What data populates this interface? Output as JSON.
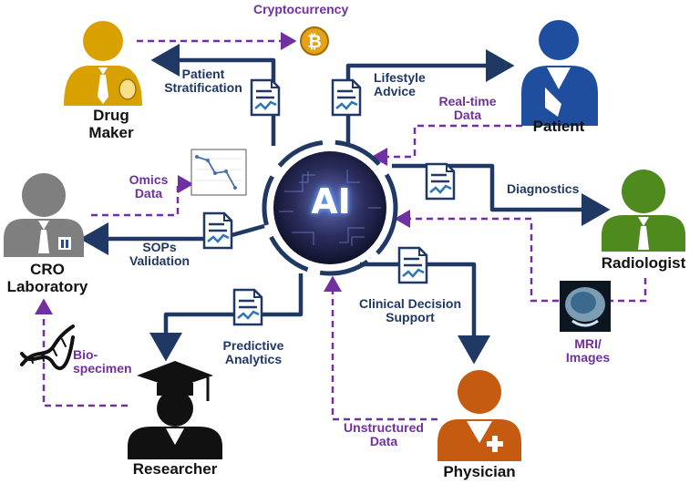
{
  "center": {
    "label": "AI"
  },
  "actors": {
    "drug_maker": "Drug\nMaker",
    "patient": "Patient",
    "cro_laboratory": "CRO\nLaboratory",
    "radiologist": "Radiologist",
    "researcher": "Researcher",
    "physician": "Physician"
  },
  "ai_outputs": {
    "patient_stratification": "Patient\nStratification",
    "lifestyle_advice": "Lifestyle\nAdvice",
    "diagnostics": "Diagnostics",
    "sops_validation": "SOPs\nValidation",
    "clinical_decision_support": "Clinical Decision\nSupport",
    "predictive_analytics": "Predictive\nAnalytics"
  },
  "data_inputs": {
    "cryptocurrency": "Cryptocurrency",
    "real_time_data": "Real-time\nData",
    "omics_data": "Omics\nData",
    "mri_images": "MRI/\nImages",
    "bio_specimen": "Bio-\nspecimen",
    "unstructured_data": "Unstructured\nData"
  },
  "colors": {
    "drug_maker": "#d9a100",
    "patient": "#1f4e9e",
    "cro_laboratory": "#7f7f7f",
    "radiologist": "#4e8a1e",
    "researcher": "#111111",
    "physician": "#c55a11",
    "solid_arrow": "#1f3864",
    "dashed_arrow": "#7030a0",
    "ai_core": "#1a1a3a"
  },
  "icons": [
    "document-chart-icon",
    "bitcoin-icon",
    "line-chart-thumbnail",
    "dna-icon",
    "mri-scan-image",
    "graduation-cap-icon"
  ]
}
